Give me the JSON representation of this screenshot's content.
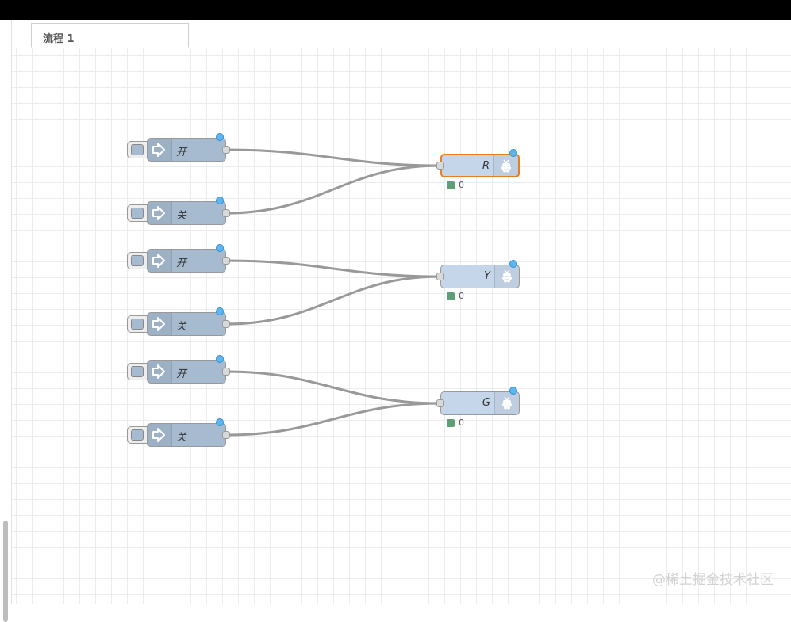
{
  "tabs": [
    {
      "label": "流程 1"
    }
  ],
  "inject_nodes": [
    {
      "label": "开"
    },
    {
      "label": "关"
    },
    {
      "label": "开"
    },
    {
      "label": "关"
    },
    {
      "label": "开"
    },
    {
      "label": "关"
    }
  ],
  "gpio_nodes": [
    {
      "label": "R",
      "selected": true,
      "status": "0"
    },
    {
      "label": "Y",
      "selected": false,
      "status": "0"
    },
    {
      "label": "G",
      "selected": false,
      "status": "0"
    }
  ],
  "icons": {
    "inject": "arrow-in-icon",
    "gpio": "raspberry-pi-icon"
  },
  "colors": {
    "inject_node": "#a6bbcf",
    "gpio_node": "#c6d6ea",
    "selected_border": "#e67e22",
    "changed_dot": "#5eb5f0",
    "status_dot": "#5f9f76",
    "wire": "#999999"
  },
  "watermark": "@稀土掘金技术社区"
}
